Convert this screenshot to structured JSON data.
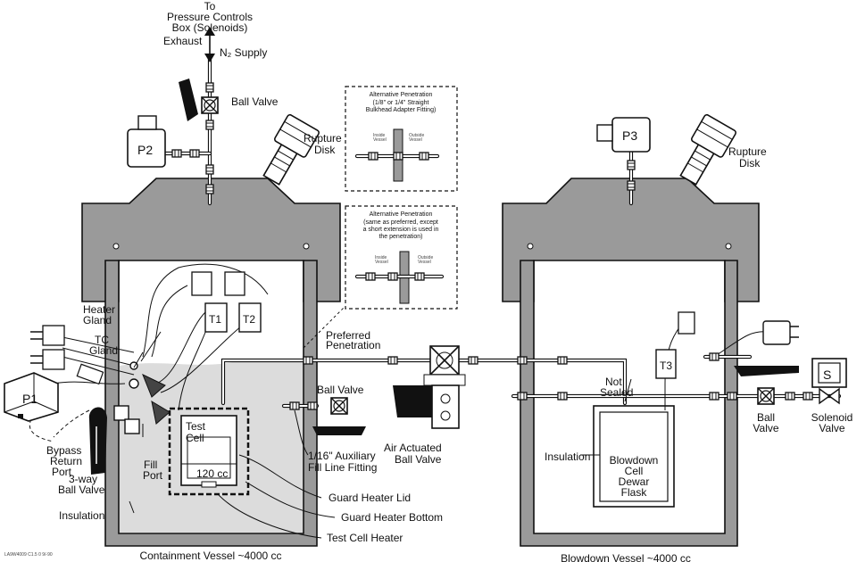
{
  "title_top": [
    "To",
    "Pressure Controls",
    "Box (Solenoids)"
  ],
  "exhaust": "Exhaust",
  "n2_supply": "N₂ Supply",
  "ball_valve_top": "Ball Valve",
  "p2": "P2",
  "p3": "P3",
  "p1": "P1",
  "s": "S",
  "rupture_disk_left": [
    "Rupture",
    "Disk"
  ],
  "rupture_disk_right": [
    "Rupture",
    "Disk"
  ],
  "alt_pen_1": {
    "title": "Alternative Penetration",
    "sub": [
      "(1/8\" or 1/4\" Straight",
      "Bulkhead Adapter Fitting)"
    ],
    "inside": [
      "Inside",
      "Vessel"
    ],
    "outside": [
      "Outside",
      "Vessel"
    ]
  },
  "alt_pen_2": {
    "title": "Alternative Penetration",
    "sub": [
      "(same as preferred, except",
      "a short extension is used in",
      "the penetration)"
    ],
    "inside": [
      "Inside",
      "Vessel"
    ],
    "outside": [
      "Outside",
      "Vessel"
    ]
  },
  "heater_gland": [
    "Heater",
    "Gland"
  ],
  "tc_gland": [
    "TC",
    "Gland"
  ],
  "t1": "T1",
  "t2": "T2",
  "t3": "T3",
  "preferred_penetration": [
    "Preferred",
    "Penetration"
  ],
  "ball_valve_mid": "Ball Valve",
  "aux_fill": [
    "1/16\" Auxiliary",
    "Fill Line Fitting"
  ],
  "air_actuated": [
    "Air Actuated",
    "Ball Valve"
  ],
  "test_cell": [
    "Test",
    "Cell"
  ],
  "volume": "120 cc",
  "fill_port": [
    "Fill",
    "Port"
  ],
  "bypass": [
    "Bypass",
    "Return",
    "Port"
  ],
  "three_way": [
    "3-way",
    "Ball Valve"
  ],
  "insulation_left": "Insulation",
  "insulation_right": "Insulation",
  "guard_heater_lid": "Guard Heater Lid",
  "guard_heater_bottom": "Guard Heater Bottom",
  "test_cell_heater": "Test Cell Heater",
  "containment": "Containment Vessel ~4000 cc",
  "blowdown_vessel": "Blowdown Vessel ~4000 cc",
  "not_sealed": [
    "Not",
    "Sealed"
  ],
  "dewar": [
    "Blowdown",
    "Cell",
    "Dewar",
    "Flask"
  ],
  "ball_valve_right": [
    "Ball",
    "Valve"
  ],
  "solenoid_valve": [
    "Solenoid",
    "Valve"
  ],
  "footer_code": "LA9W4009 C1.5 0 9/-90",
  "colors": {
    "ink": "#111111",
    "liquid": "#dcdcdc",
    "vessel": "#9a9a9a",
    "vessel_dark": "#7a7a7a",
    "bg": "#ffffff"
  }
}
